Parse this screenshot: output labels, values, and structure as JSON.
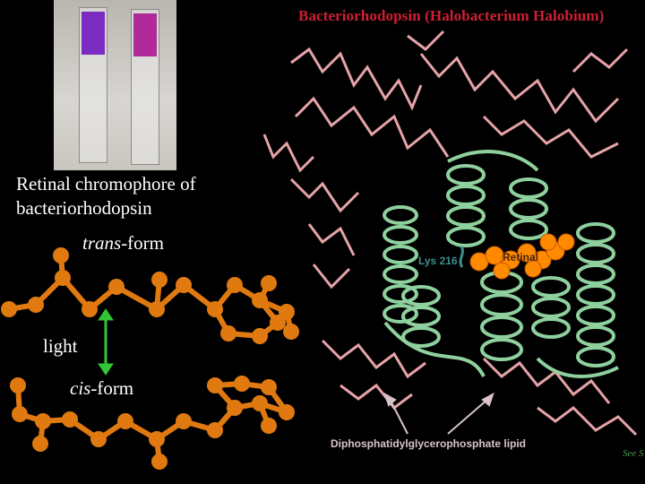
{
  "caption": "Retinal chromophore of bacteriorhodopsin",
  "trans_label": "trans-form",
  "light_label": "light",
  "cis_label": "cis-form",
  "title": "Bacteriorhodopsin (Halobacterium Halobium)",
  "lys_label": "Lys 216",
  "retinal_label": "Retinal",
  "lipid_label": "Diphosphatidylglycerophosphate lipid",
  "signature": "See S",
  "colors": {
    "background": "#000000",
    "molecule": "#e07a10",
    "helix": "#8fd19e",
    "lipid": "#e6a3a8",
    "retinal": "#ff8a00",
    "title": "#cf1f34",
    "arrow": "#33c533"
  }
}
